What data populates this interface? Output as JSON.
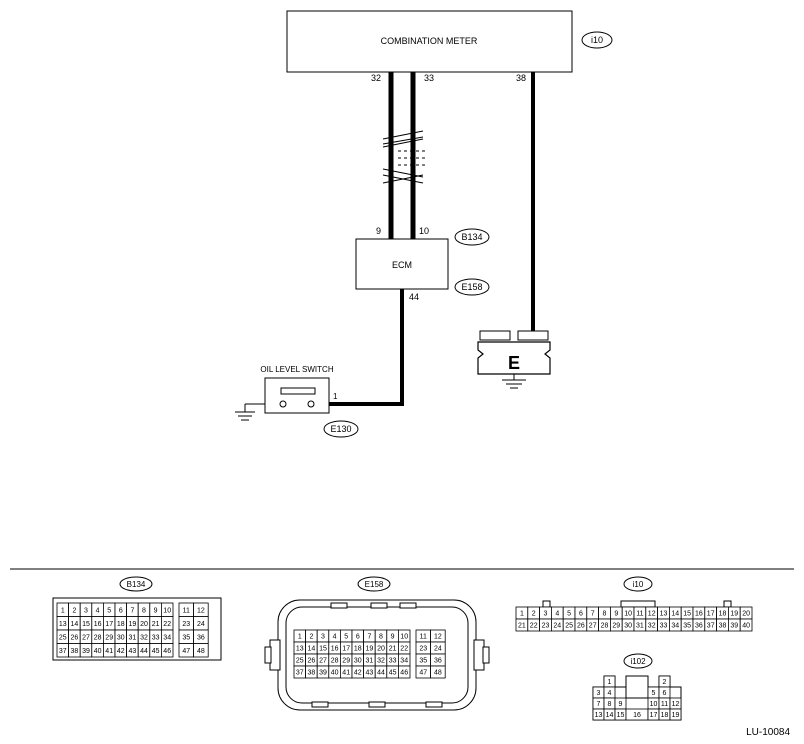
{
  "components": {
    "combination_meter": "COMBINATION METER",
    "ecm": "ECM",
    "oil_level_switch": "OIL LEVEL SWITCH",
    "ground_label": "E"
  },
  "connector_tags": {
    "i10": "i10",
    "b134": "B134",
    "e158": "E158",
    "e130": "E130",
    "i102": "i102"
  },
  "pins": {
    "meter_32": "32",
    "meter_33": "33",
    "meter_38": "38",
    "ecm_9": "9",
    "ecm_10": "10",
    "ecm_44": "44",
    "switch_1": "1"
  },
  "connectors": {
    "b134": {
      "title": "B134",
      "rows": [
        [
          "1",
          "2",
          "3",
          "4",
          "5",
          "6",
          "7",
          "8",
          "9",
          "10",
          "",
          "11",
          "12"
        ],
        [
          "13",
          "14",
          "15",
          "16",
          "17",
          "18",
          "19",
          "20",
          "21",
          "22",
          "",
          "23",
          "24"
        ],
        [
          "25",
          "26",
          "27",
          "28",
          "29",
          "30",
          "31",
          "32",
          "33",
          "34",
          "",
          "35",
          "36"
        ],
        [
          "37",
          "38",
          "39",
          "40",
          "41",
          "42",
          "43",
          "44",
          "45",
          "46",
          "",
          "47",
          "48"
        ]
      ]
    },
    "e158": {
      "title": "E158",
      "rows": [
        [
          "1",
          "2",
          "3",
          "4",
          "5",
          "6",
          "7",
          "8",
          "9",
          "10",
          "",
          "11",
          "12"
        ],
        [
          "13",
          "14",
          "15",
          "16",
          "17",
          "18",
          "19",
          "20",
          "21",
          "22",
          "",
          "23",
          "24"
        ],
        [
          "25",
          "26",
          "27",
          "28",
          "29",
          "30",
          "31",
          "32",
          "33",
          "34",
          "",
          "35",
          "36"
        ],
        [
          "37",
          "38",
          "39",
          "40",
          "41",
          "42",
          "43",
          "44",
          "45",
          "46",
          "",
          "47",
          "48"
        ]
      ]
    },
    "i10": {
      "title": "i10",
      "rows": [
        [
          "1",
          "2",
          "3",
          "4",
          "5",
          "6",
          "7",
          "8",
          "9",
          "10",
          "11",
          "12",
          "13",
          "14",
          "15",
          "16",
          "17",
          "18",
          "19",
          "20"
        ],
        [
          "21",
          "22",
          "23",
          "24",
          "25",
          "26",
          "27",
          "28",
          "29",
          "30",
          "31",
          "32",
          "33",
          "34",
          "35",
          "36",
          "37",
          "38",
          "39",
          "40"
        ]
      ]
    },
    "i102": {
      "title": "i102",
      "cells": [
        "1",
        "2",
        "3",
        "4",
        "5",
        "6",
        "7",
        "8",
        "9",
        "10",
        "11",
        "12",
        "13",
        "14",
        "15",
        "16",
        "17",
        "18",
        "19"
      ]
    }
  },
  "figure_id": "LU-10084"
}
